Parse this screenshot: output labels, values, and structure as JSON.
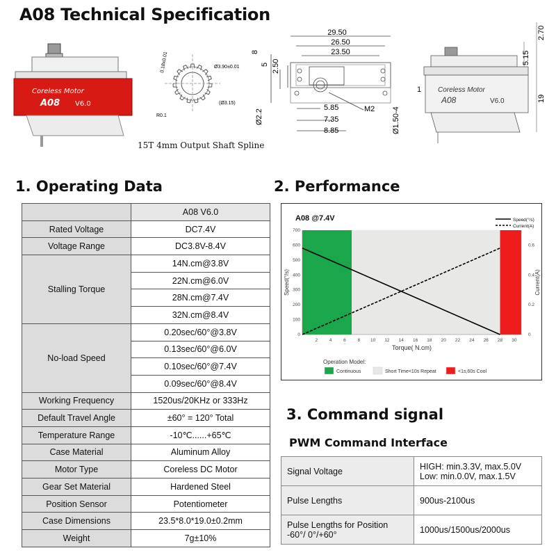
{
  "title": "A08 Technical Specification",
  "drawing": {
    "spline_caption": "15T 4mm Output Shaft Spline",
    "product_label_line1": "Coreless Motor",
    "product_label_model": "A08",
    "product_label_version": "V6.0",
    "spline_dims": [
      "0.18x0.01",
      "Ø3.90±0.01",
      "(Ø3.15)",
      "R0.1"
    ],
    "top_dims": [
      "29.50",
      "26.50",
      "23.50",
      "8",
      "5",
      "2.50",
      "5.85",
      "7.35",
      "8.85",
      "M2",
      "Ø2.2",
      "Ø1.50-4"
    ],
    "side_dims": [
      "2.70",
      "5.15",
      "1",
      "19"
    ]
  },
  "operating": {
    "heading": "1. Operating Data",
    "header": "A08 V6.0",
    "rows": [
      {
        "label": "Rated Voltage",
        "values": [
          "DC7.4V"
        ]
      },
      {
        "label": "Voltage Range",
        "values": [
          "DC3.8V-8.4V"
        ]
      },
      {
        "label": "Stalling Torque",
        "values": [
          "14N.cm@3.8V",
          "22N.cm@6.0V",
          "28N.cm@7.4V",
          "32N.cm@8.4V"
        ]
      },
      {
        "label": "No-load Speed",
        "values": [
          "0.20sec/60°@3.8V",
          "0.13sec/60°@6.0V",
          "0.10sec/60°@7.4V",
          "0.09sec/60°@8.4V"
        ]
      },
      {
        "label": "Working Frequency",
        "values": [
          "1520us/20KHz or 333Hz"
        ]
      },
      {
        "label": "Default Travel Angle",
        "values": [
          "±60° = 120° Total"
        ]
      },
      {
        "label": "Temperature Range",
        "values": [
          "-10℃......+65℃"
        ]
      },
      {
        "label": "Case Material",
        "values": [
          "Aluminum Alloy"
        ]
      },
      {
        "label": "Motor Type",
        "values": [
          "Coreless DC Motor"
        ]
      },
      {
        "label": "Gear Set Material",
        "values": [
          "Hardened Steel"
        ]
      },
      {
        "label": "Position Sensor",
        "values": [
          "Potentiometer"
        ]
      },
      {
        "label": "Case Dimensions",
        "values": [
          "23.5*8.0*19.0±0.2mm"
        ]
      },
      {
        "label": "Weight",
        "values": [
          "7g±10%"
        ]
      }
    ]
  },
  "performance": {
    "heading": "2. Performance",
    "operation_model_label": "Operation Model:",
    "zones": [
      {
        "name": "Continuous",
        "color": "#1aa64a"
      },
      {
        "name": "Short Time<10s Repeat",
        "color": "#e8e8e6"
      },
      {
        "name": "<1s,60s Cool",
        "color": "#ee1c1c"
      }
    ]
  },
  "chart_data": {
    "type": "line",
    "title": "A08   @7.4V",
    "xlabel": "Torque( N.cm)",
    "ylabel": "Speed(°/s)",
    "y2label": "Current(A)",
    "xlim": [
      0,
      31
    ],
    "ylim": [
      0,
      700
    ],
    "y2lim": [
      0,
      0.7
    ],
    "xticks": [
      2,
      4,
      6,
      8,
      10,
      12,
      14,
      16,
      18,
      20,
      22,
      24,
      26,
      28,
      30
    ],
    "yticks": [
      0,
      100,
      200,
      300,
      400,
      500,
      600,
      700
    ],
    "y2ticks": [
      0,
      0.2,
      0.4,
      0.6
    ],
    "zones": [
      {
        "name": "Continuous",
        "from": 0,
        "to": 7
      },
      {
        "name": "Short Time<10s Repeat",
        "from": 7,
        "to": 28
      },
      {
        "name": "<1s,60s Cool",
        "from": 28,
        "to": 31
      }
    ],
    "series": [
      {
        "name": "Speed(°/s)",
        "axis": "left",
        "style": "solid",
        "x": [
          0,
          28
        ],
        "y": [
          580,
          0
        ]
      },
      {
        "name": "Current(A)",
        "axis": "right",
        "style": "dashed",
        "x": [
          0,
          28
        ],
        "y": [
          0,
          0.58
        ]
      }
    ],
    "legend_position": "top-right"
  },
  "command": {
    "heading": "3. Command signal",
    "subheading": "PWM Command Interface",
    "rows": [
      {
        "label": "Signal Voltage",
        "value_line1": "HIGH: min.3.3V, max.5.0V",
        "value_line2": "Low: min.0.0V, max.1.5V"
      },
      {
        "label": "Pulse Lengths",
        "value_line1": "900us-2100us",
        "value_line2": ""
      },
      {
        "label": "Pulse Lengths for Position",
        "label_line2": "-60°/ 0°/+60°",
        "value_line1": "1000us/1500us/2000us",
        "value_line2": ""
      }
    ]
  }
}
